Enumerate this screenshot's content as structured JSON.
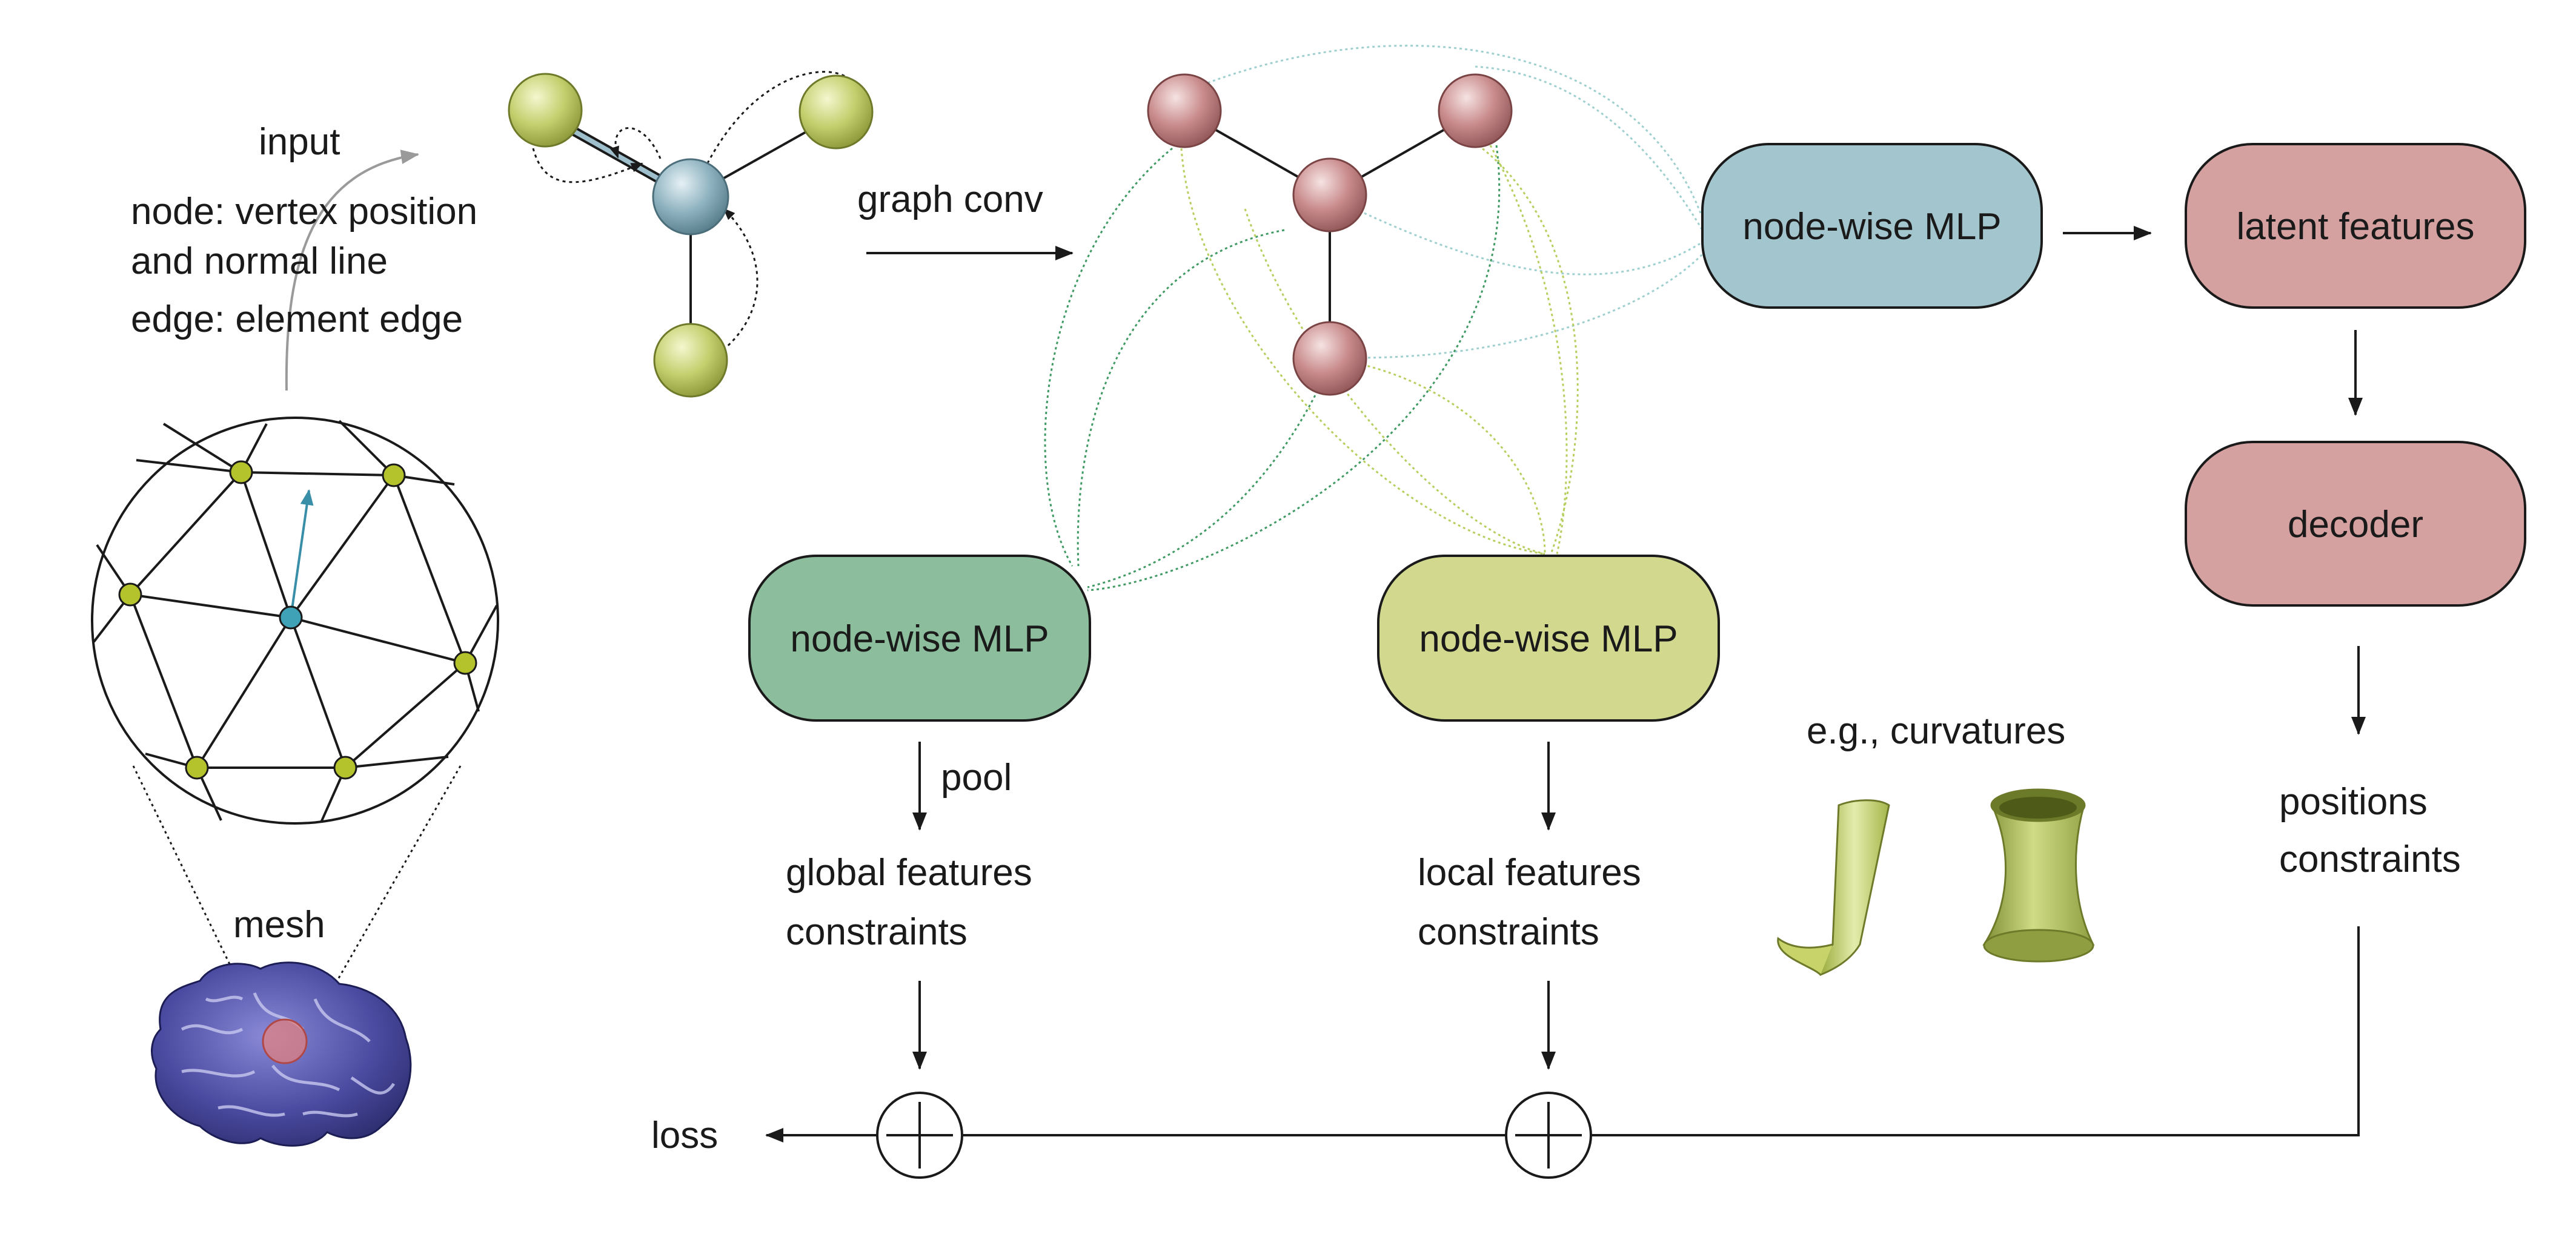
{
  "labels": {
    "input": "input",
    "node_desc_1": "node: vertex position",
    "node_desc_2": "and normal line",
    "edge_desc": "edge: element edge",
    "mesh": "mesh",
    "graph_conv": "graph conv",
    "pool": "pool",
    "loss": "loss",
    "eg_curvatures": "e.g., curvatures",
    "global_1": "global features",
    "global_2": "constraints",
    "local_1": "local features",
    "local_2": "constraints",
    "positions_1": "positions",
    "positions_2": "constraints"
  },
  "boxes": {
    "mlp_blue": "node-wise MLP",
    "mlp_green": "node-wise MLP",
    "mlp_yellow": "node-wise MLP",
    "latent": "latent features",
    "decoder": "decoder"
  },
  "colors": {
    "mlp_blue": "#a3c6ce",
    "mlp_green": "#8cbd9c",
    "mlp_yellow": "#d2d98e",
    "latent": "#d4a1a0",
    "decoder": "#d4a1a0",
    "node_yellow": "#c4cf6e",
    "node_blue": "#8fb3c0",
    "node_pink": "#c98b8c",
    "brain": "#4a4aa0",
    "curve_green": "#3f9a63",
    "curve_yellow": "#b6cf5e",
    "curve_blue": "#9fcfcf"
  }
}
